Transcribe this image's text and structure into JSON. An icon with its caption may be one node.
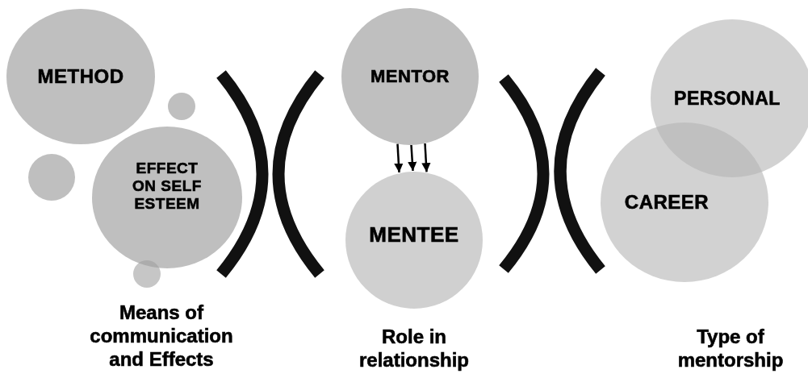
{
  "diagram": {
    "nodes": [
      {
        "text": [
          "METHOD"
        ]
      },
      {
        "text": [
          "EFFECT ON SELF ESTEEM"
        ]
      },
      {
        "text": [],
        "shape": "circle"
      },
      {
        "text": [],
        "shape": "circle"
      },
      {
        "text": [],
        "shape": "circle"
      },
      {
        "text": [
          "MENTOR"
        ]
      },
      {
        "text": [
          "MENTEE"
        ]
      },
      {
        "text": [
          "PERSONAL"
        ]
      },
      {
        "text": [
          "CAREER"
        ]
      }
    ],
    "edges": [
      {
        "from": 5,
        "to": 6,
        "arrow": "to"
      },
      {
        "from": 5,
        "to": 6,
        "arrow": "to"
      },
      {
        "from": 5,
        "to": 6,
        "arrow": "to"
      }
    ],
    "labels": [
      "Means of communication and Effects",
      "Role in relationship",
      "Type of mentorship"
    ]
  }
}
